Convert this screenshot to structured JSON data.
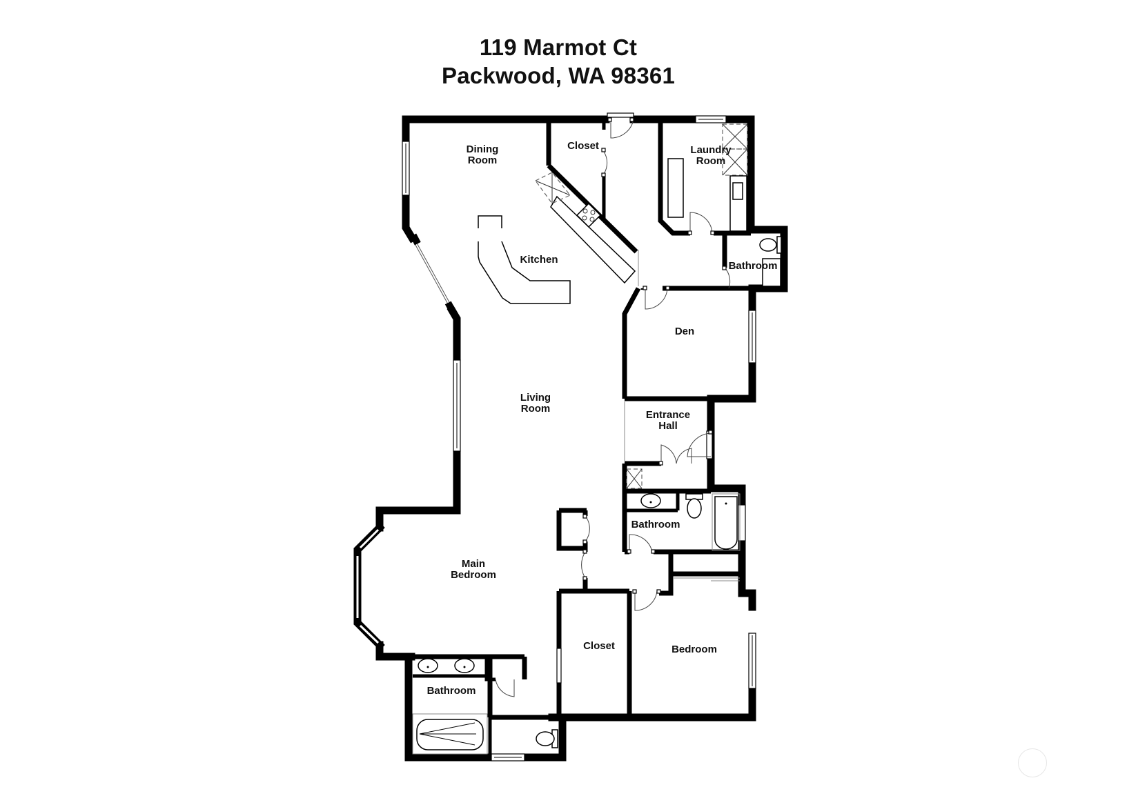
{
  "header": {
    "address_line1": "119 Marmot Ct",
    "address_line2": "Packwood, WA 98361"
  },
  "rooms": {
    "dining_room": {
      "line1": "Dining",
      "line2": "Room"
    },
    "closet_north": {
      "label": "Closet"
    },
    "laundry_room": {
      "line1": "Laundry",
      "line2": "Room"
    },
    "kitchen": {
      "label": "Kitchen"
    },
    "bathroom_laundry": {
      "label": "Bathroom"
    },
    "den": {
      "label": "Den"
    },
    "living_room": {
      "line1": "Living",
      "line2": "Room"
    },
    "entrance_hall": {
      "line1": "Entrance",
      "line2": "Hall"
    },
    "bathroom_hall": {
      "label": "Bathroom"
    },
    "main_bedroom": {
      "line1": "Main",
      "line2": "Bedroom"
    },
    "closet_south": {
      "label": "Closet"
    },
    "bedroom": {
      "label": "Bedroom"
    },
    "bathroom_main": {
      "label": "Bathroom"
    }
  },
  "colors": {
    "wall": "#000000",
    "background": "#ffffff",
    "text": "#111111",
    "door_swing": "#444444"
  },
  "watermark": {
    "shape": "circle-logo-icon"
  }
}
